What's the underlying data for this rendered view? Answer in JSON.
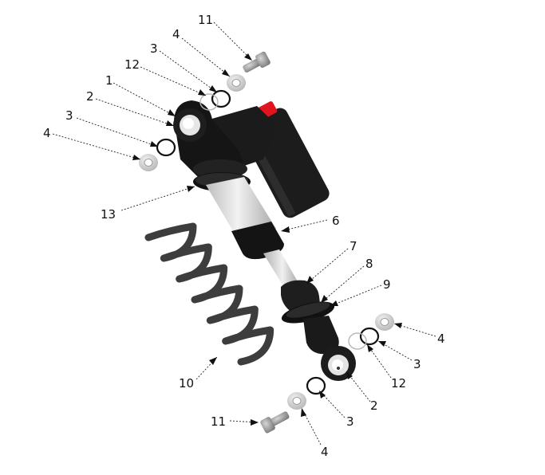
{
  "diagram": {
    "callouts": [
      {
        "id": "c11_top",
        "label": "11"
      },
      {
        "id": "c4_top",
        "label": "4"
      },
      {
        "id": "c3_top",
        "label": "3"
      },
      {
        "id": "c12_top",
        "label": "12"
      },
      {
        "id": "c1",
        "label": "1"
      },
      {
        "id": "c2_top",
        "label": "2"
      },
      {
        "id": "c3_left",
        "label": "3"
      },
      {
        "id": "c4_left",
        "label": "4"
      },
      {
        "id": "c13",
        "label": "13"
      },
      {
        "id": "c6",
        "label": "6"
      },
      {
        "id": "c7",
        "label": "7"
      },
      {
        "id": "c8",
        "label": "8"
      },
      {
        "id": "c9",
        "label": "9"
      },
      {
        "id": "c4_right",
        "label": "4"
      },
      {
        "id": "c3_right",
        "label": "3"
      },
      {
        "id": "c12_bottom",
        "label": "12"
      },
      {
        "id": "c2_bottom",
        "label": "2"
      },
      {
        "id": "c3_bottom",
        "label": "3"
      },
      {
        "id": "c10",
        "label": "10"
      },
      {
        "id": "c11_bottom",
        "label": "11"
      },
      {
        "id": "c4_bottom",
        "label": "4"
      }
    ],
    "colors": {
      "body": "#1a1a1a",
      "cylinder": "#d9d9d9",
      "reservoir_cap": "#e0141e",
      "spring": "#3d3d3d",
      "hardware": "#9a9a9a",
      "washer": "#c8c8c8"
    }
  }
}
